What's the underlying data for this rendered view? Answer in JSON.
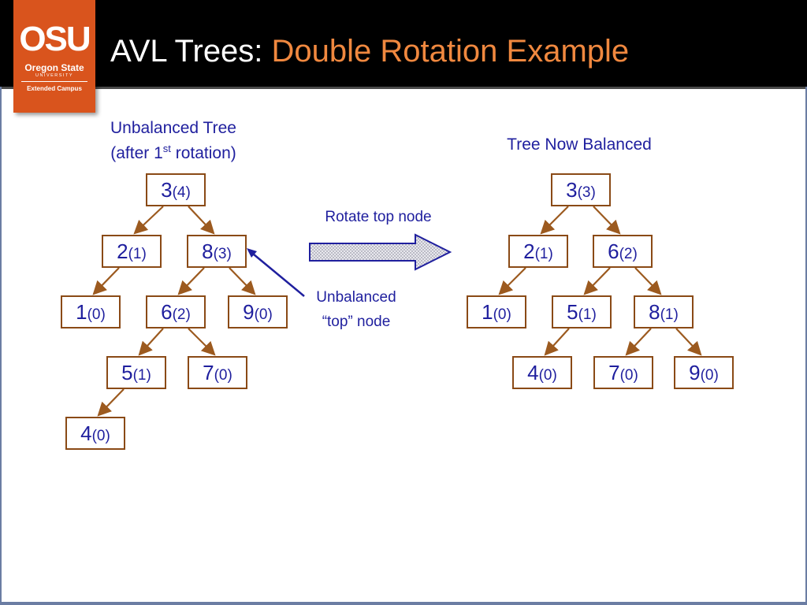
{
  "slide": {
    "title_main": "AVL Trees:",
    "title_sub": "Double Rotation Example",
    "logo": {
      "abbr": "OSU",
      "name": "Oregon State",
      "sub": "UNIVERSITY",
      "campus": "Extended Campus"
    }
  },
  "colors": {
    "header": "#000000",
    "logo": "#d9541d",
    "title_sub": "#f0883f",
    "node_border": "#8a4a16",
    "text": "#1f1f9e",
    "edge": "#9c5a1f",
    "arrow_outline": "#1f1f9e"
  },
  "left_tree": {
    "caption_line1": "Unbalanced Tree",
    "caption_line2_pre": "(after 1",
    "caption_line2_sup": "st",
    "caption_line2_post": " rotation)",
    "nodes": [
      {
        "key": "3",
        "height": "(4)"
      },
      {
        "key": "2",
        "height": "(1)"
      },
      {
        "key": "8",
        "height": "(3)"
      },
      {
        "key": "1",
        "height": "(0)"
      },
      {
        "key": "6",
        "height": "(2)"
      },
      {
        "key": "9",
        "height": "(0)"
      },
      {
        "key": "5",
        "height": "(1)"
      },
      {
        "key": "7",
        "height": "(0)"
      },
      {
        "key": "4",
        "height": "(0)"
      }
    ],
    "edges": [
      [
        "3",
        "2"
      ],
      [
        "3",
        "8"
      ],
      [
        "2",
        "1"
      ],
      [
        "8",
        "6"
      ],
      [
        "8",
        "9"
      ],
      [
        "6",
        "5"
      ],
      [
        "6",
        "7"
      ],
      [
        "5",
        "4"
      ]
    ]
  },
  "transition": {
    "label": "Rotate top node",
    "annotation_line1": "Unbalanced",
    "annotation_line2": "“top” node"
  },
  "right_tree": {
    "caption": "Tree Now Balanced",
    "nodes": [
      {
        "key": "3",
        "height": "(3)"
      },
      {
        "key": "2",
        "height": "(1)"
      },
      {
        "key": "6",
        "height": "(2)"
      },
      {
        "key": "1",
        "height": "(0)"
      },
      {
        "key": "5",
        "height": "(1)"
      },
      {
        "key": "8",
        "height": "(1)"
      },
      {
        "key": "4",
        "height": "(0)"
      },
      {
        "key": "7",
        "height": "(0)"
      },
      {
        "key": "9",
        "height": "(0)"
      }
    ],
    "edges": [
      [
        "3",
        "2"
      ],
      [
        "3",
        "6"
      ],
      [
        "2",
        "1"
      ],
      [
        "6",
        "5"
      ],
      [
        "6",
        "8"
      ],
      [
        "5",
        "4"
      ],
      [
        "8",
        "7"
      ],
      [
        "8",
        "9"
      ]
    ]
  }
}
